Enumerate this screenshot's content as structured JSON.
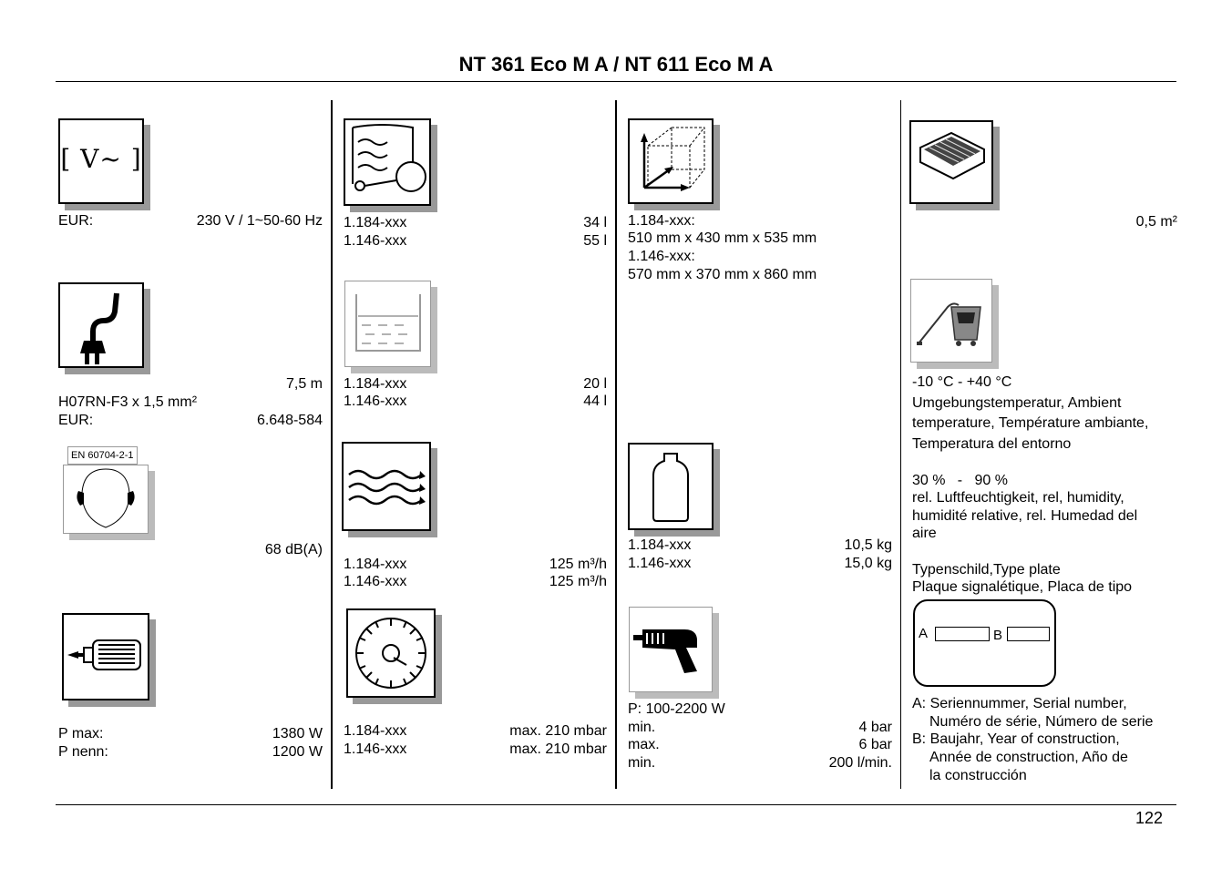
{
  "title": "NT 361 Eco M A / NT 611 Eco M A",
  "page_number": "122",
  "col1": {
    "voltage_icon_text": "[ V~ ]",
    "eur_label": "EUR:",
    "voltage_value": "230 V / 1~50-60 Hz",
    "cable_length": "7,5 m",
    "cable_type": "H07RN-F3 x 1,5 mm²",
    "cable_eur_label": "EUR:",
    "cable_eur_value": "6.648-584",
    "noise_icon_text": "EN 60704-2-1",
    "noise_value": "68 dB(A)",
    "pmax_label": "P max:",
    "pmax_value": "1380 W",
    "pnenn_label": "P nenn:",
    "pnenn_value": "1200 W"
  },
  "col2": {
    "container": [
      {
        "model": "1.184-xxx",
        "value": "34 l"
      },
      {
        "model": "1.146-xxx",
        "value": "55 l"
      }
    ],
    "liquid": [
      {
        "model": "1.184-xxx",
        "value": "20 l"
      },
      {
        "model": "1.146-xxx",
        "value": "44 l"
      }
    ],
    "airflow": [
      {
        "model": "1.184-xxx",
        "value": "125 m³/h"
      },
      {
        "model": "1.146-xxx",
        "value": "125 m³/h"
      }
    ],
    "vacuum": [
      {
        "model": "1.184-xxx",
        "value": "max. 210 mbar"
      },
      {
        "model": "1.146-xxx",
        "value": "max. 210 mbar"
      }
    ]
  },
  "col3": {
    "dim_model_1": "1.184-xxx:",
    "dim_value_1": "510 mm x 430 mm x 535 mm",
    "dim_model_2": "1.146-xxx:",
    "dim_value_2": "570 mm x 370 mm x 860 mm",
    "weight": [
      {
        "model": "1.184-xxx",
        "value": "10,5 kg"
      },
      {
        "model": "1.146-xxx",
        "value": "15,0 kg"
      }
    ],
    "tool_power": "P: 100-2200 W",
    "tool_rows": [
      {
        "label": "min.",
        "value": "4 bar"
      },
      {
        "label": "max.",
        "value": "6 bar"
      },
      {
        "label": "min.",
        "value": "200 l/min."
      }
    ]
  },
  "col4": {
    "filter_area": "0,5 m²",
    "temp_range": "-10 °C - +40 °C",
    "temp_desc_1": "Umgebungstemperatur, Ambient",
    "temp_desc_2": "temperature, Température ambiante,",
    "temp_desc_3": "Temperatura del entorno",
    "humidity_range": "30 %   -   90 %",
    "humidity_desc_1": "rel. Luftfeuchtigkeit, rel, humidity,",
    "humidity_desc_2": "humidité relative, rel. Humedad del",
    "humidity_desc_3": "aire",
    "plate_label_1": "Typenschild,Type plate",
    "plate_label_2": "Plaque signalétique, Placa de tipo",
    "plate_field_a": "A",
    "plate_field_b": "B",
    "legend_a_1": "A: Seriennummer, Serial number,",
    "legend_a_2": "Numéro de série, Número de serie",
    "legend_b_1": "B: Baujahr, Year of construction,",
    "legend_b_2": "Année de construction, Año de",
    "legend_b_3": "la construcción"
  }
}
